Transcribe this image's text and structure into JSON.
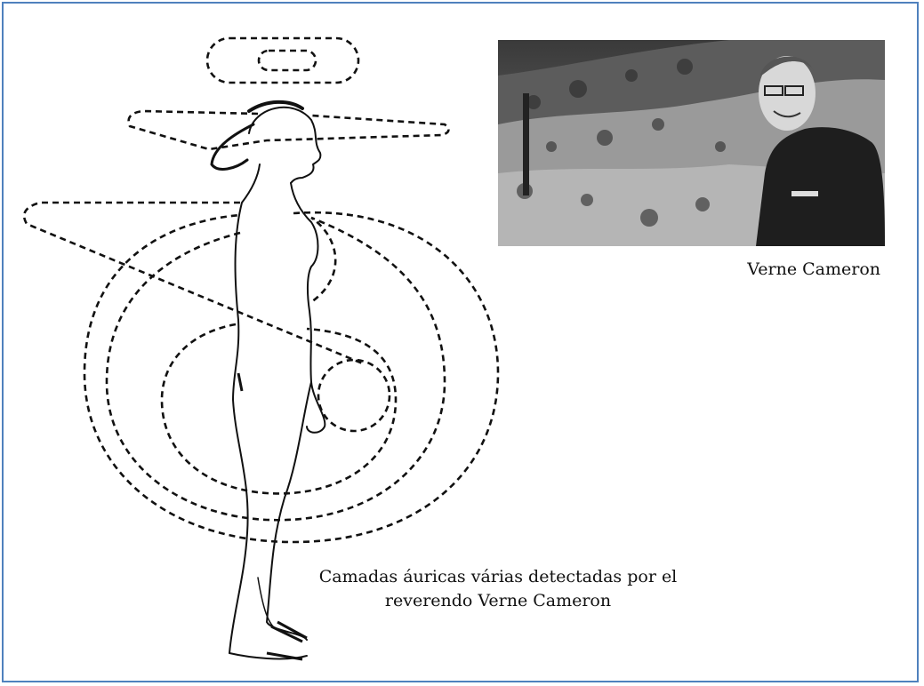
{
  "photo_caption": "Verne Cameron",
  "figure_caption_line1": "Camadas áuricas várias detectadas por el",
  "figure_caption_line2": "reverendo Verne Cameron",
  "colors": {
    "border": "#4f81bd",
    "ink": "#111111"
  },
  "icons": [
    "aura-layer-illustration",
    "person-portrait-photo"
  ]
}
